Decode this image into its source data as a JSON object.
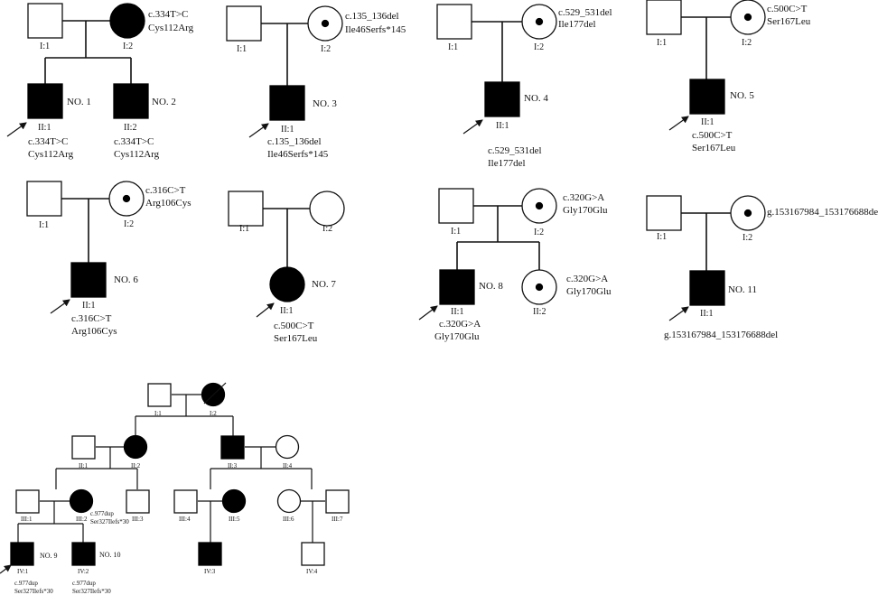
{
  "families": [
    {
      "family_label": "NO. 1",
      "family_label_2": "NO. 2",
      "members": {
        "I1": {
          "label": "I:1"
        },
        "I2": {
          "label": "I:2",
          "variant_1": "c.334T>C",
          "variant_2": "Cys112Arg"
        },
        "II1": {
          "label": "II:1",
          "variant_1": "c.334T>C",
          "variant_2": "Cys112Arg"
        },
        "II2": {
          "label": "II:2",
          "variant_1": "c.334T>C",
          "variant_2": "Cys112Arg"
        }
      }
    },
    {
      "family_label": "NO. 3",
      "members": {
        "I1": {
          "label": "I:1"
        },
        "I2": {
          "label": "I:2",
          "variant_1": "c.135_136del",
          "variant_2": "Ile46Serfs*145"
        },
        "II1": {
          "label": "II:1",
          "variant_1": "c.135_136del",
          "variant_2": "Ile46Serfs*145"
        }
      }
    },
    {
      "family_label": "NO. 4",
      "members": {
        "I1": {
          "label": "I:1"
        },
        "I2": {
          "label": "I:2",
          "variant_1": "c.529_531del",
          "variant_2": "Ile177del"
        },
        "II1": {
          "label": "II:1",
          "variant_1": "c.529_531del",
          "variant_2": "Ile177del"
        }
      }
    },
    {
      "family_label": "NO. 5",
      "members": {
        "I1": {
          "label": "I:1"
        },
        "I2": {
          "label": "I:2",
          "variant_1": "c.500C>T",
          "variant_2": "Ser167Leu"
        },
        "II1": {
          "label": "II:1",
          "variant_1": "c.500C>T",
          "variant_2": "Ser167Leu"
        }
      }
    },
    {
      "family_label": "NO. 6",
      "members": {
        "I1": {
          "label": "I:1"
        },
        "I2": {
          "label": "I:2",
          "variant_1": "c.316C>T",
          "variant_2": "Arg106Cys"
        },
        "II1": {
          "label": "II:1",
          "variant_1": "c.316C>T",
          "variant_2": "Arg106Cys"
        }
      }
    },
    {
      "family_label": "NO. 7",
      "members": {
        "I1": {
          "label": "I:1"
        },
        "I2": {
          "label": "I:2"
        },
        "II1": {
          "label": "II:1",
          "variant_1": "c.500C>T",
          "variant_2": "Ser167Leu"
        }
      }
    },
    {
      "family_label": "NO. 8",
      "members": {
        "I1": {
          "label": "I:1"
        },
        "I2": {
          "label": "I:2",
          "variant_1": "c.320G>A",
          "variant_2": "Gly170Glu"
        },
        "II1": {
          "label": "II:1",
          "variant_1": "c.320G>A",
          "variant_2": "Gly170Glu"
        },
        "II2": {
          "label": "II:2",
          "variant_1": "c.320G>A",
          "variant_2": "Gly170Glu"
        }
      }
    },
    {
      "family_label": "NO. 11",
      "members": {
        "I1": {
          "label": "I:1"
        },
        "I2": {
          "label": "I:2",
          "variant_1": "g.153167984_153176688del"
        },
        "II1": {
          "label": "II:1",
          "variant_1": "g.153167984_153176688del"
        }
      }
    },
    {
      "family_label": "NO. 9",
      "family_label_2": "NO. 10",
      "members": {
        "I1": {
          "label": "I:1"
        },
        "I2": {
          "label": "I:2"
        },
        "II1": {
          "label": "II:1"
        },
        "II2": {
          "label": "II:2"
        },
        "II3": {
          "label": "II:3"
        },
        "II4": {
          "label": "II:4"
        },
        "III1": {
          "label": "III:1"
        },
        "III2": {
          "label": "III:2",
          "variant_1": "c.977dup",
          "variant_2": "Ser327Ilefs*30"
        },
        "III3": {
          "label": "III:3"
        },
        "III4": {
          "label": "III:4"
        },
        "III5": {
          "label": "III:5"
        },
        "III6": {
          "label": "III:6"
        },
        "III7": {
          "label": "III:7"
        },
        "IV1": {
          "label": "IV:1",
          "variant_1": "c.977dup",
          "variant_2": "Ser327Ilefs*30"
        },
        "IV2": {
          "label": "IV:2",
          "variant_1": "c.977dup",
          "variant_2": "Ser327Ilefs*30"
        },
        "IV3": {
          "label": "IV:3"
        },
        "IV4": {
          "label": "IV:4"
        }
      }
    }
  ]
}
